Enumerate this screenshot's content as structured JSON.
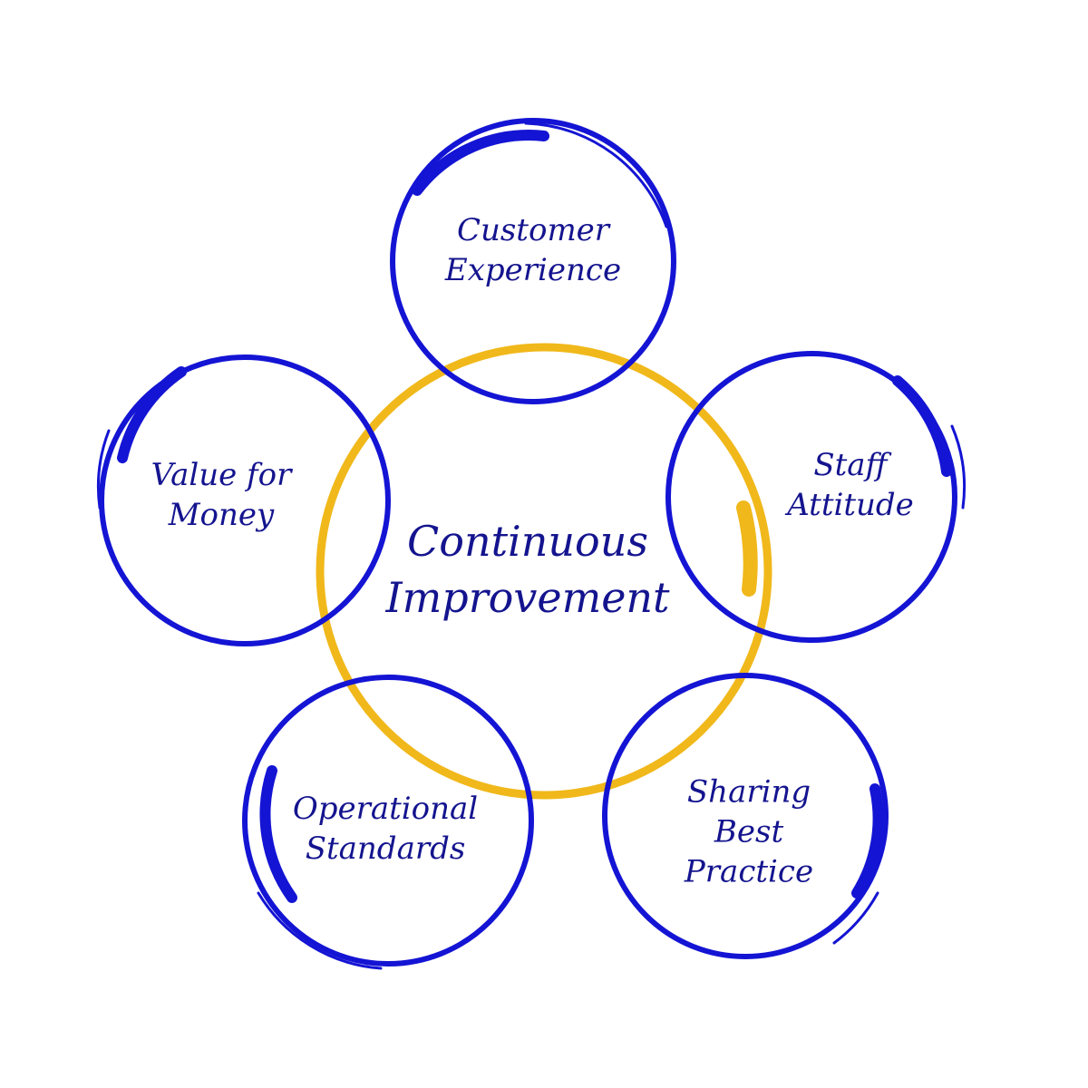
{
  "diagram": {
    "center": {
      "lines": [
        "Continuous",
        "Improvement"
      ],
      "ring_color": "#f0b81a"
    },
    "nodes": [
      {
        "lines": [
          "Customer",
          "Experience"
        ]
      },
      {
        "lines": [
          "Staff",
          "Attitude"
        ]
      },
      {
        "lines": [
          "Sharing",
          "Best",
          "Practice"
        ]
      },
      {
        "lines": [
          "Operational",
          "Standards"
        ]
      },
      {
        "lines": [
          "Value for",
          "Money"
        ]
      }
    ],
    "node_ring_color": "#1414d4",
    "text_color": "#14148f"
  }
}
